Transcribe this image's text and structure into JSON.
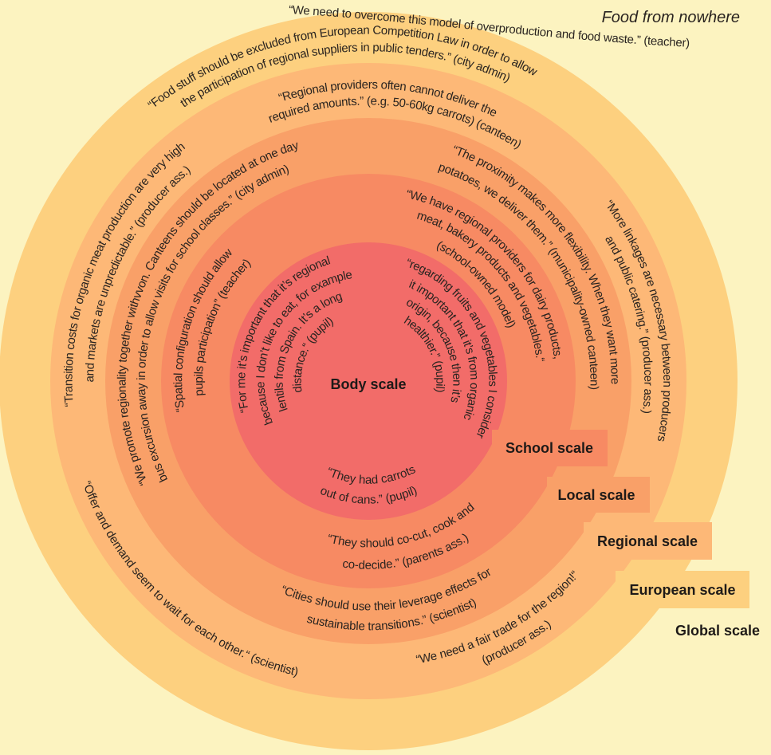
{
  "title": "Food from nowhere",
  "colors": {
    "background": "#fcf3c0",
    "european": "#fdd07f",
    "regional": "#fdb877",
    "local": "#f9a068",
    "school": "#f78a63",
    "body": "#f26c69"
  },
  "scales": {
    "body": "Body scale",
    "school": "School scale",
    "local": "Local scale",
    "regional": "Regional scale",
    "european": "European scale",
    "global": "Global scale"
  },
  "quotes": {
    "global_overproduction": [
      "“We need to overcome this model of overproduction and food waste.” (teacher)"
    ],
    "european_competition_law": [
      "“Food stuff should be excluded from European Competition Law in order to allow",
      "the participation of regional suppliers in public tenders.” (city admin)"
    ],
    "regional_amounts": [
      "“Regional providers often cannot deliver the",
      "required amounts.” (e.g. 50-60kg carrots) (canteen)"
    ],
    "regional_transition_costs": [
      "“Transition costs for organic meat production are very high",
      "and markets are unpredictable.” (producer ass.)"
    ],
    "regional_linkages": [
      "“More linkages are necessary between producers",
      "and public catering.” (producer ass.)"
    ],
    "regional_offer_demand": [
      "“Offer and demand seem to wait for each other.“ (scientist)"
    ],
    "regional_fair_trade": [
      "“We need a fair trade for the region!“",
      "(producer ass.)"
    ],
    "local_proximity": [
      "“The proximity makes more flexibility. When they want more",
      "potatoes, we deliver them.” (municipality-owned canteen)"
    ],
    "local_regionality": [
      "“We promote regionality together withvvon. Canteens should be located at one day",
      "bus excursion away in order to allow visits for school classes.” (city admin)"
    ],
    "local_cities": [
      "“Cities should use their leverage effects for",
      "sustainable transitions.” (scientist)"
    ],
    "school_spatial": [
      "“Spatial configuration should allow",
      "pupils participation” (teacher)"
    ],
    "school_providers": [
      "“We have regional providers for dairy products,",
      "meat, bakery products and vegetables.“",
      "(school-owned model)"
    ],
    "school_co_decide": [
      "“They should co-cut, cook and",
      "co-decide.” (parents ass.)"
    ],
    "body_spain": [
      "“For me it’s important that it’s regional",
      "because I don’t like to eat, for example",
      "lentils from Spain. It’s a long",
      "distance.“ (pupil)"
    ],
    "body_organic": [
      "“regarding fruits and vegetables I consider",
      "it important that it’s from organic",
      "origin, because then it’s",
      "healthier.” (pupil)"
    ],
    "body_carrots": [
      "“They had carrots",
      "out of cans.” (pupil)"
    ]
  }
}
